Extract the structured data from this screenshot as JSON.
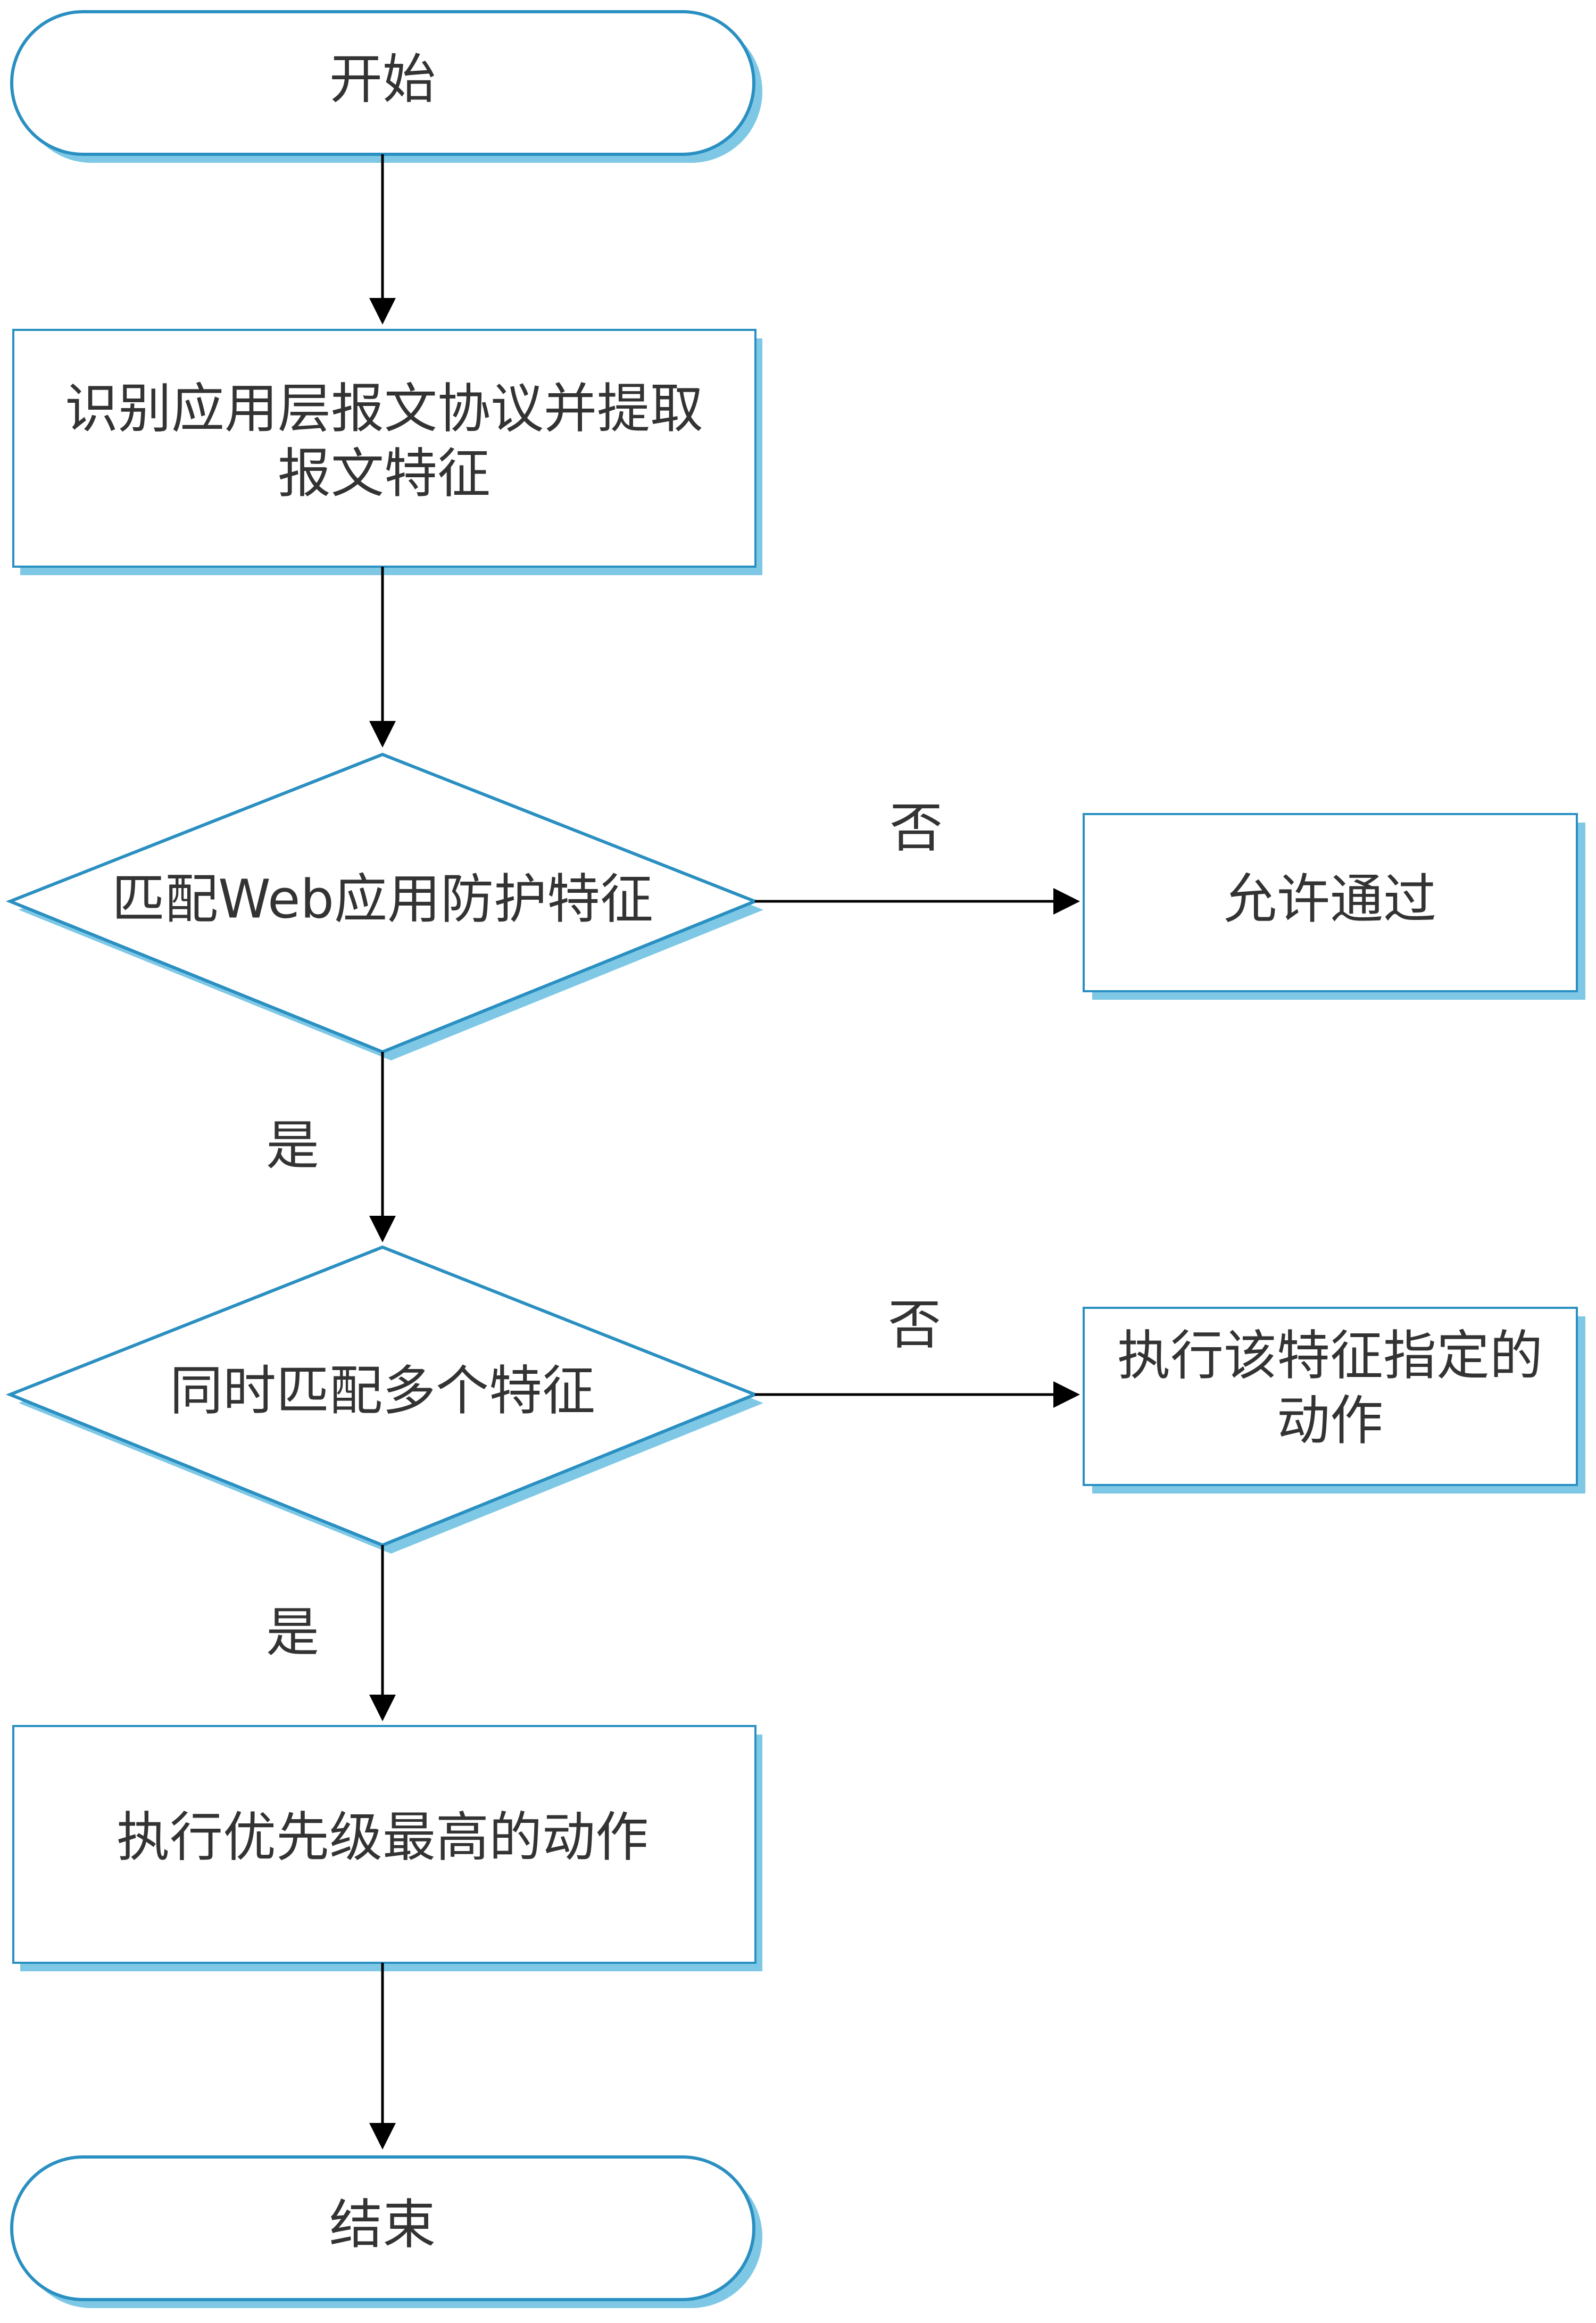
{
  "nodes": {
    "start": {
      "label": "开始"
    },
    "identify": {
      "line1": "识别应用层报文协议并提取",
      "line2": "报文特征"
    },
    "match_waf": {
      "label": "匹配Web应用防护特征"
    },
    "allow": {
      "label": "允许通过"
    },
    "multi_match": {
      "label": "同时匹配多个特征"
    },
    "execute_feature": {
      "line1": "执行该特征指定的",
      "line2": "动作"
    },
    "execute_priority": {
      "label": "执行优先级最高的动作"
    },
    "end": {
      "label": "结束"
    }
  },
  "edges": {
    "waf_no": "否",
    "waf_yes": "是",
    "multi_no": "否",
    "multi_yes": "是"
  },
  "colors": {
    "border": "#2a8fc1",
    "shadow": "#7ec8e6",
    "text": "#333333",
    "arrow": "#000000"
  }
}
